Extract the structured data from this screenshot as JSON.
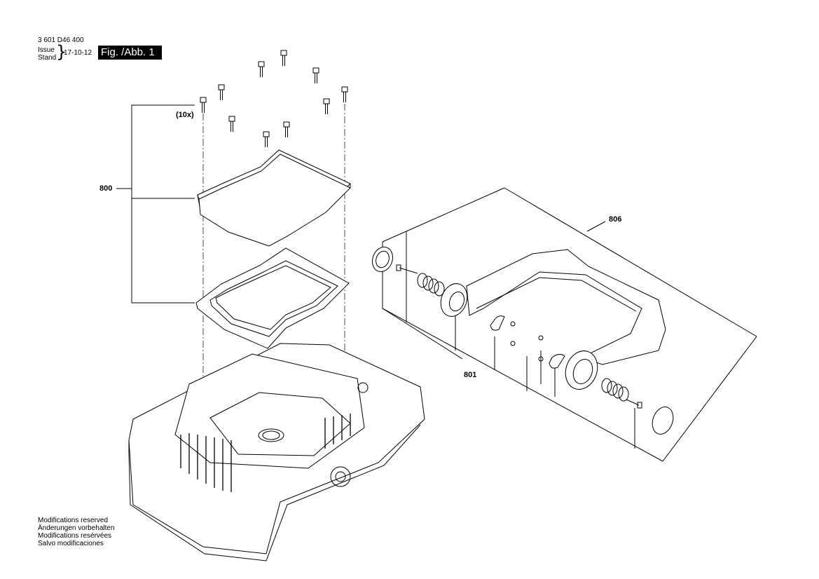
{
  "header": {
    "part_number": "3 601 D46 400",
    "issue_label": "Issue",
    "stand_label": "Stand",
    "date": "17-10-12",
    "figure_label": "Fig. /Abb. 1"
  },
  "callouts": {
    "qty_screws": "(10x)",
    "part_800": "800",
    "part_806": "806",
    "part_801": "801"
  },
  "notes": [
    "Modifications reserved",
    "Änderungen vorbehalten",
    "Modifications resérvées",
    "Salvo modificaciones"
  ]
}
